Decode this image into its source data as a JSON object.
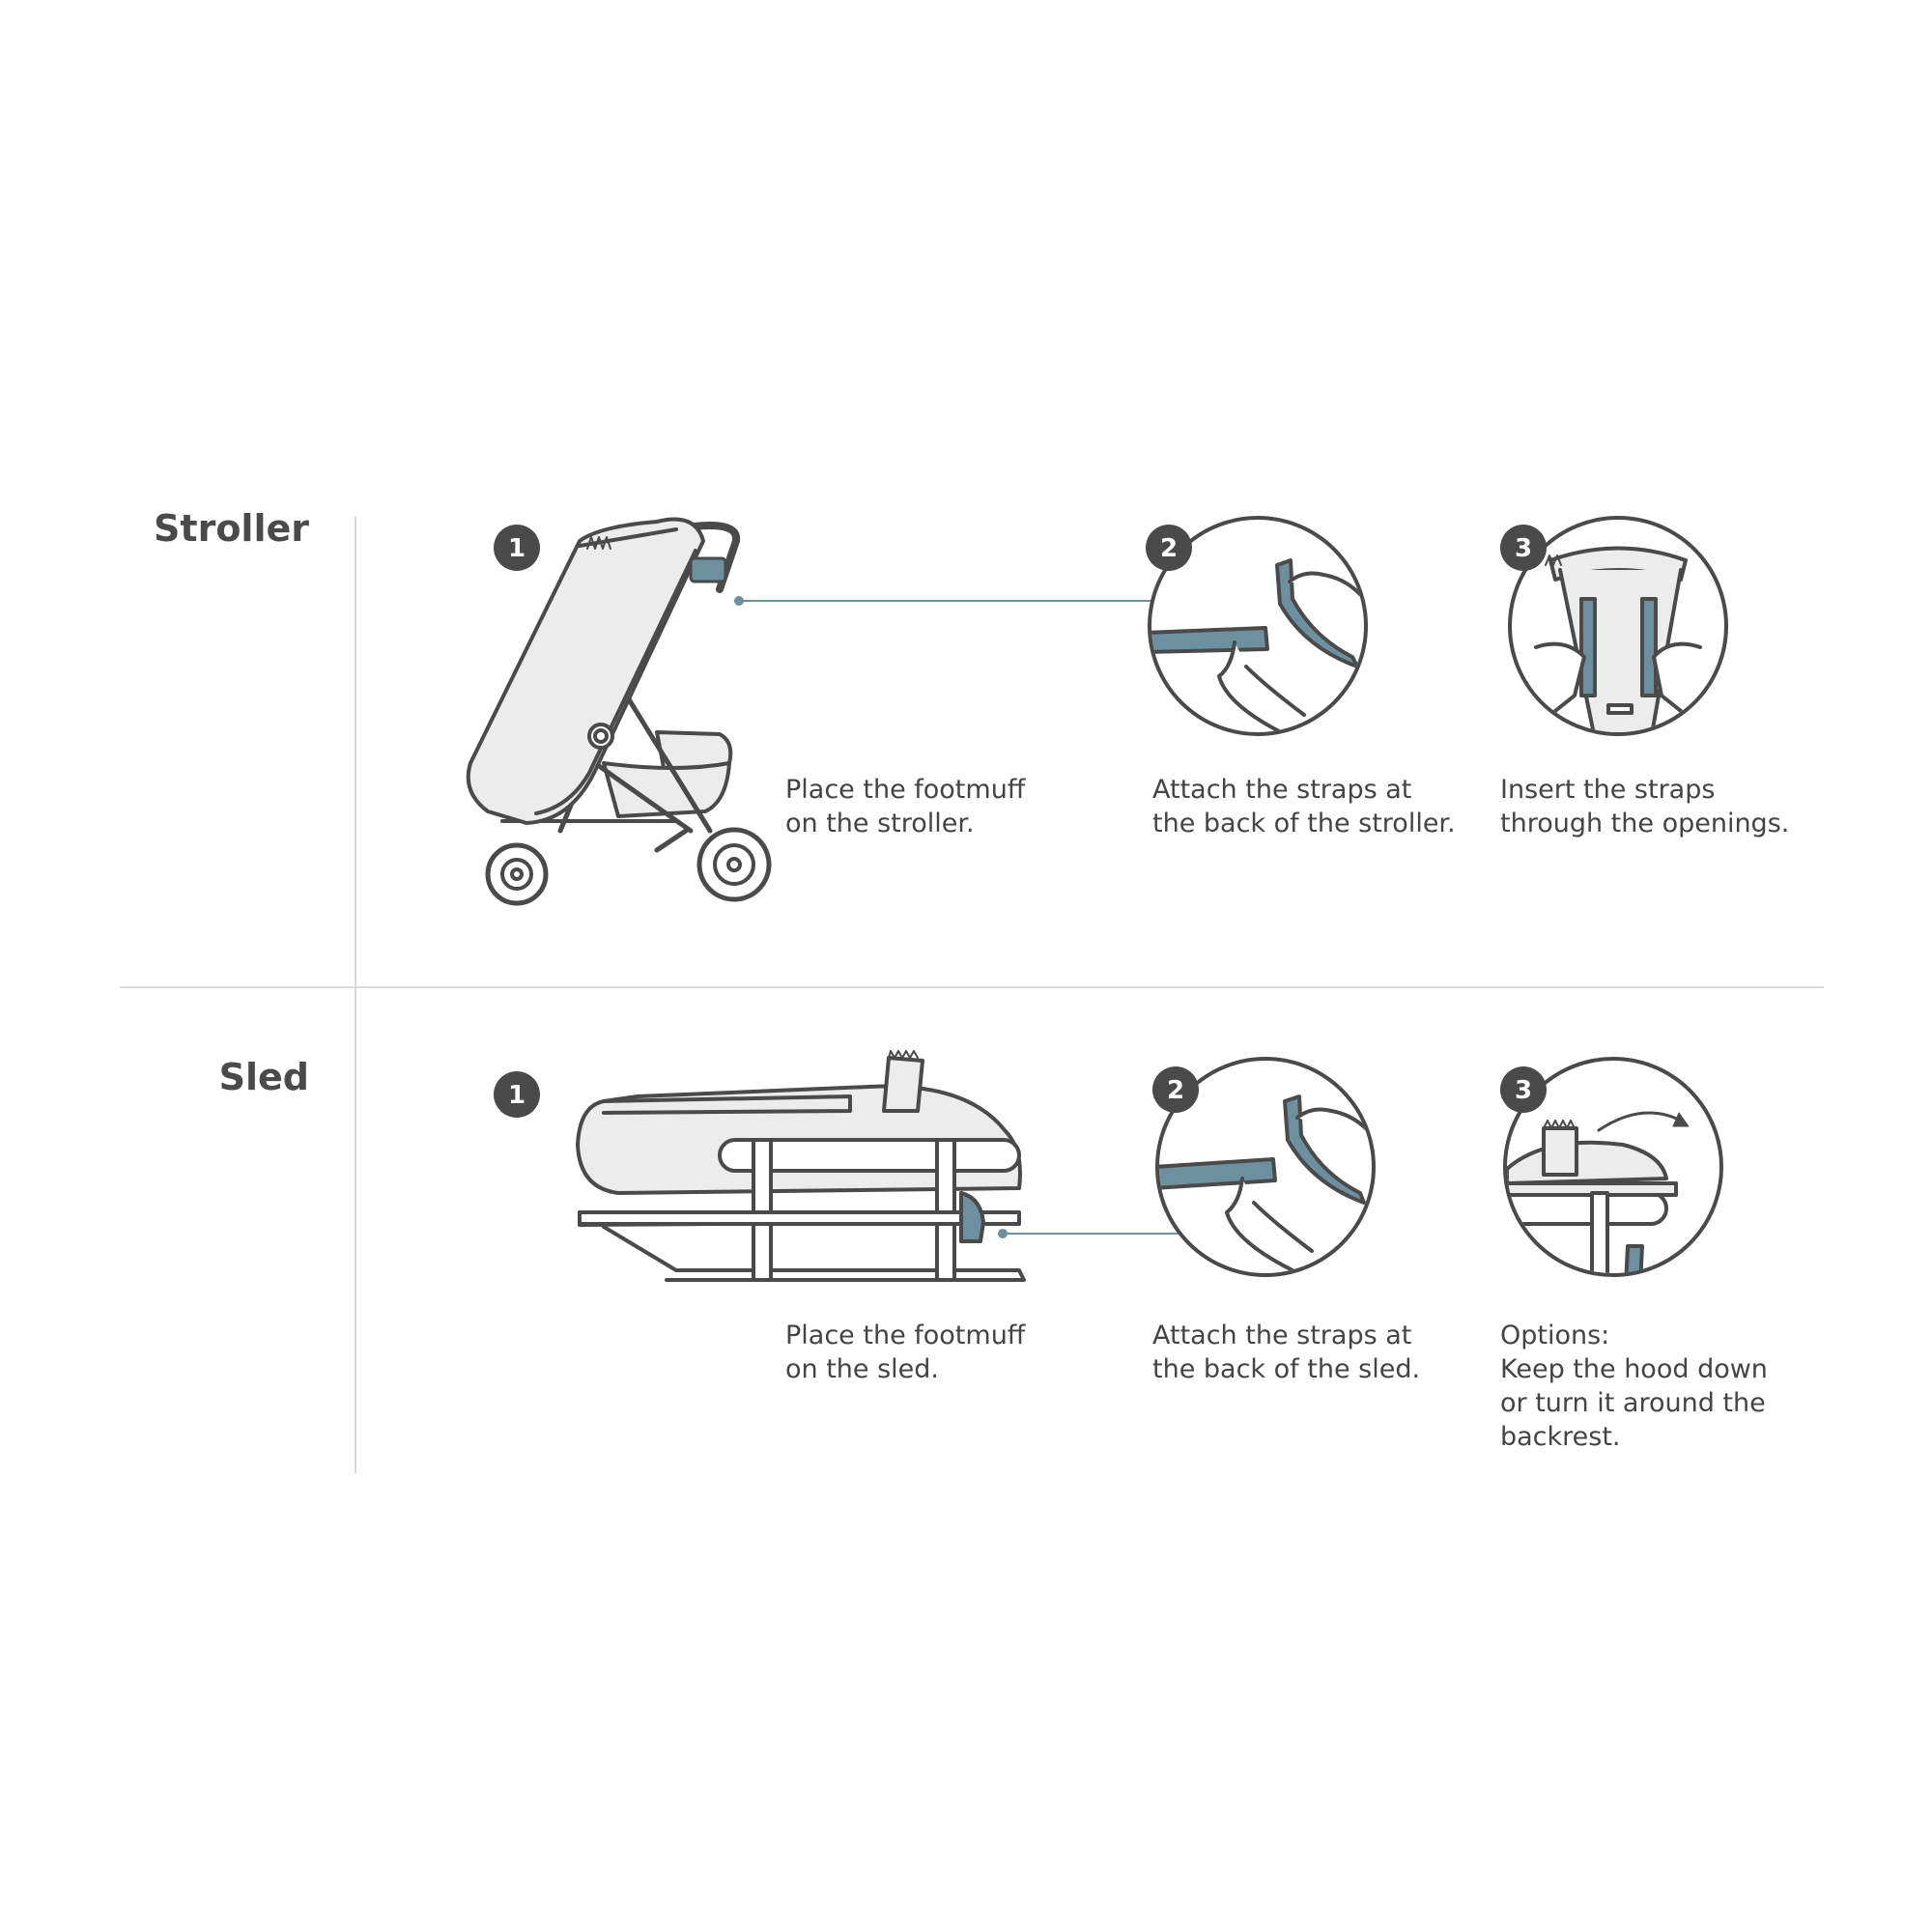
{
  "colors": {
    "strap": "#6e8fa0",
    "line": "#4a4a4a",
    "fill": "#ececec",
    "badge": "#4a4a4a",
    "divider": "#dadada"
  },
  "sections": {
    "stroller": {
      "label": "Stroller",
      "steps": [
        {
          "number": "1",
          "caption": "Place the footmuff\non the stroller."
        },
        {
          "number": "2",
          "caption": "Attach the straps at\nthe back of the stroller."
        },
        {
          "number": "3",
          "caption": "Insert the straps\nthrough the openings."
        }
      ]
    },
    "sled": {
      "label": "Sled",
      "steps": [
        {
          "number": "1",
          "caption": "Place the footmuff\non the sled."
        },
        {
          "number": "2",
          "caption": "Attach the straps at\nthe back of the sled."
        },
        {
          "number": "3",
          "caption": "Options:\nKeep the hood down\nor turn it around the\nbackrest."
        }
      ]
    }
  }
}
